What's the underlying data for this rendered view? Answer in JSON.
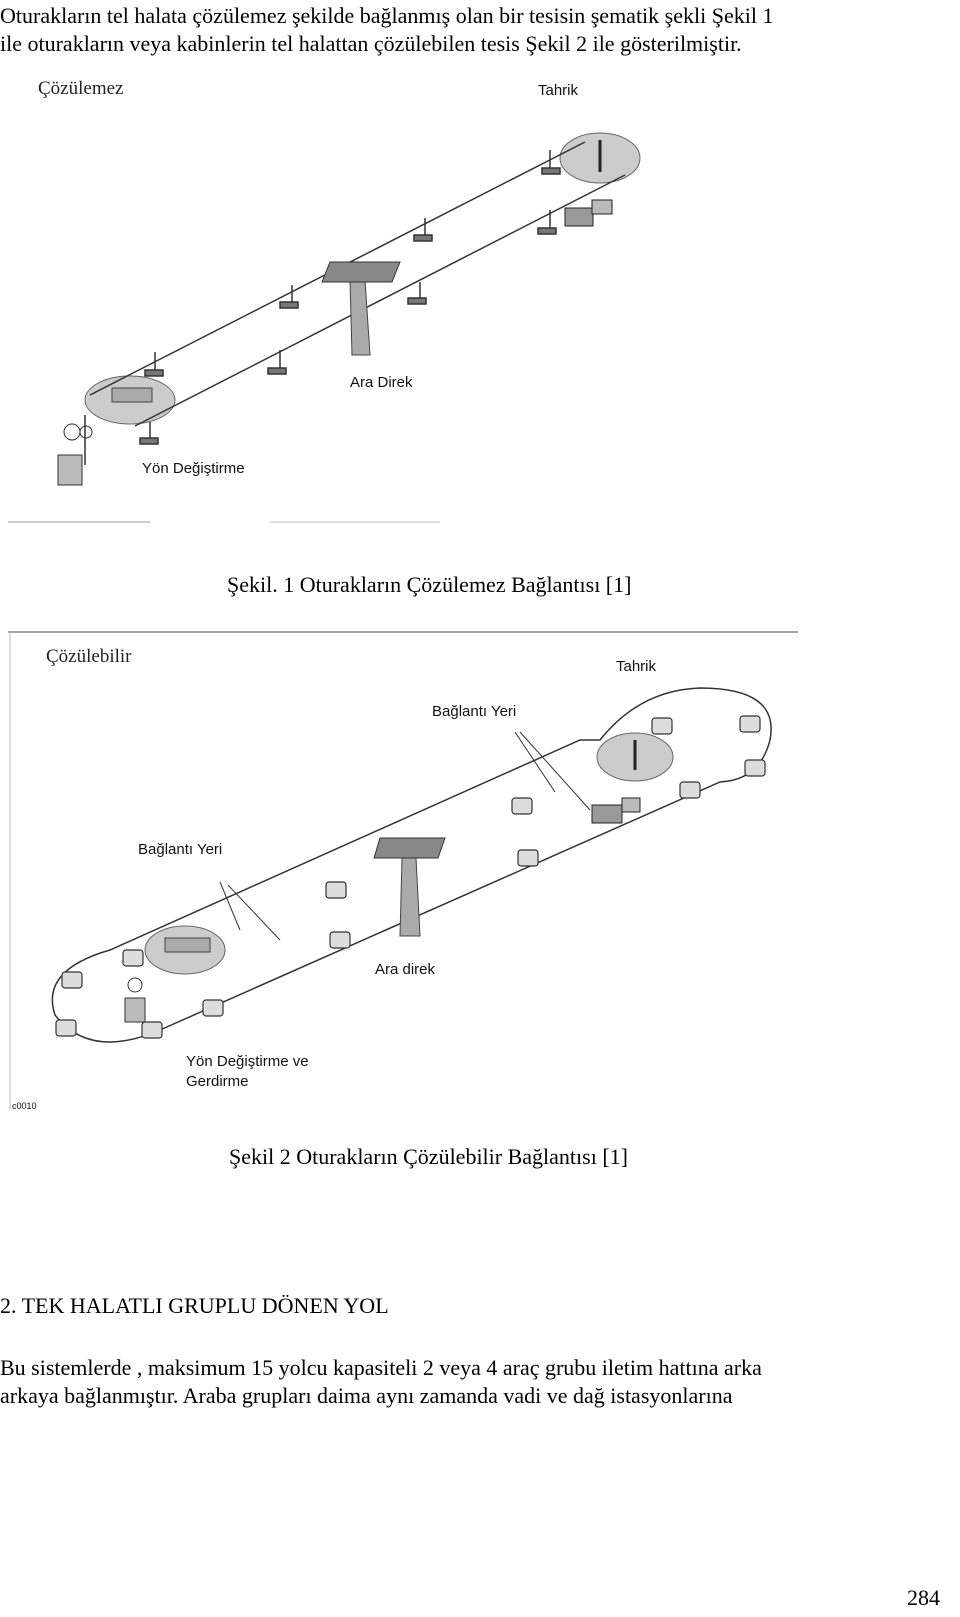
{
  "intro": {
    "line1": "Oturakların tel halata çözülemez şekilde bağlanmış olan bir tesisin şematik şekli  Şekil 1",
    "line2": "ile oturakların veya kabinlerin tel halattan çözülebilen tesis Şekil 2 ile gösterilmiştir."
  },
  "figure1": {
    "label_type": "Çözülemez",
    "label_drive": "Tahrik",
    "label_pylon": "Ara Direk",
    "label_return": "Yön Değiştirme",
    "caption": "Şekil. 1 Oturakların Çözülemez Bağlantısı [1]"
  },
  "figure2": {
    "label_type": "Çözülebilir",
    "label_drive": "Tahrik",
    "label_connection_top": "Bağlantı Yeri",
    "label_connection_left": "Bağlantı Yeri",
    "label_pylon": "Ara direk",
    "label_return_line1": "Yön Değiştirme ve",
    "label_return_line2": "Gerdirme",
    "code": "c0010",
    "caption": "Şekil 2 Oturakların Çözülebilir Bağlantısı [1]"
  },
  "section": {
    "heading": "2. TEK HALATLI GRUPLU DÖNEN YOL",
    "line1": "Bu sistemlerde , maksimum 15 yolcu kapasiteli 2 veya 4 araç grubu iletim hattına arka",
    "line2": "arkaya bağlanmıştır. Araba grupları daima aynı zamanda vadi ve dağ istasyonlarına"
  },
  "page_number": "284"
}
